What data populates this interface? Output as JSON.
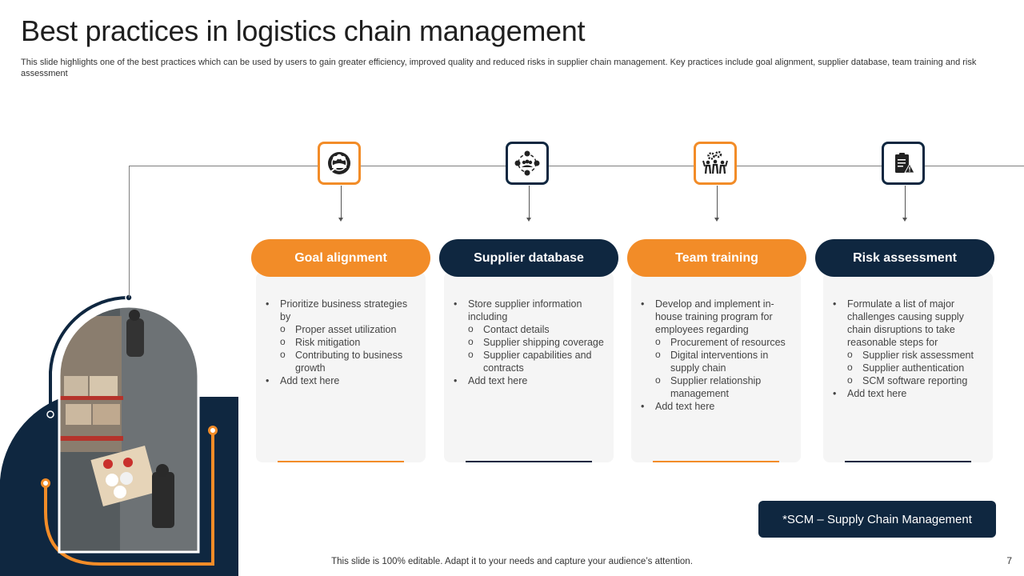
{
  "slide": {
    "title": "Best practices in logistics chain management",
    "subtitle": "This slide highlights one of the best practices which can be used by users to gain greater efficiency, improved quality and reduced risks in supplier chain management. Key practices include goal alignment, supplier database, team training and risk assessment",
    "footer": "This slide is 100% editable. Adapt it to your needs and capture your audience’s attention.",
    "page_number": "7",
    "note": "*SCM – Supply Chain Management"
  },
  "colors": {
    "orange": "#f28c28",
    "navy": "#0f2740",
    "card_bg": "#f5f5f5"
  },
  "practices": [
    {
      "title": "Goal alignment",
      "icon": "team-target-icon",
      "theme": "orange",
      "items": [
        {
          "text": "Prioritize business strategies by",
          "sub": [
            "Proper asset utilization",
            "Risk mitigation",
            "Contributing to business growth"
          ]
        },
        {
          "text": "Add text here",
          "sub": []
        }
      ]
    },
    {
      "title": "Supplier database",
      "icon": "supplier-network-icon",
      "theme": "navy",
      "items": [
        {
          "text": "Store supplier information including",
          "sub": [
            "Contact details",
            "Supplier shipping coverage",
            "Supplier capabilities and contracts"
          ]
        },
        {
          "text": "Add text here",
          "sub": []
        }
      ]
    },
    {
      "title": "Team training",
      "icon": "team-gears-icon",
      "theme": "orange",
      "items": [
        {
          "text": "Develop and implement in-house training program for employees regarding",
          "sub": [
            "Procurement of resources",
            "Digital interventions in supply chain",
            "Supplier relationship management"
          ]
        },
        {
          "text": "Add text here",
          "sub": []
        }
      ]
    },
    {
      "title": "Risk assessment",
      "icon": "risk-clipboard-icon",
      "theme": "navy",
      "items": [
        {
          "text": "Formulate a list of major challenges causing supply chain disruptions to take reasonable steps for",
          "sub": [
            "Supplier risk assessment",
            "Supplier authentication",
            "SCM software reporting"
          ]
        },
        {
          "text": "Add text here",
          "sub": []
        }
      ]
    }
  ]
}
